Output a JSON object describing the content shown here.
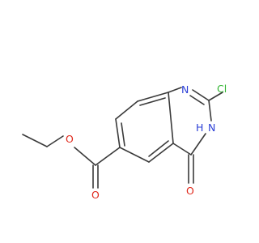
{
  "molecule": {
    "atoms": {
      "ring_n_top": {
        "symbol": "N",
        "color": "#2b3fd6"
      },
      "ring_nh": {
        "symbol": "N",
        "hydrogen": "H",
        "color": "#2b3fd6"
      },
      "chlorine": {
        "symbol": "Cl",
        "color": "#33b533"
      },
      "carbonyl_oxygen": {
        "symbol": "O",
        "color": "#e0271a"
      },
      "ester_carbonyl_oxygen": {
        "symbol": "O",
        "color": "#e0271a"
      },
      "ester_ether_oxygen": {
        "symbol": "O",
        "color": "#e0271a"
      }
    },
    "bond_color": "#3a3a3a"
  }
}
